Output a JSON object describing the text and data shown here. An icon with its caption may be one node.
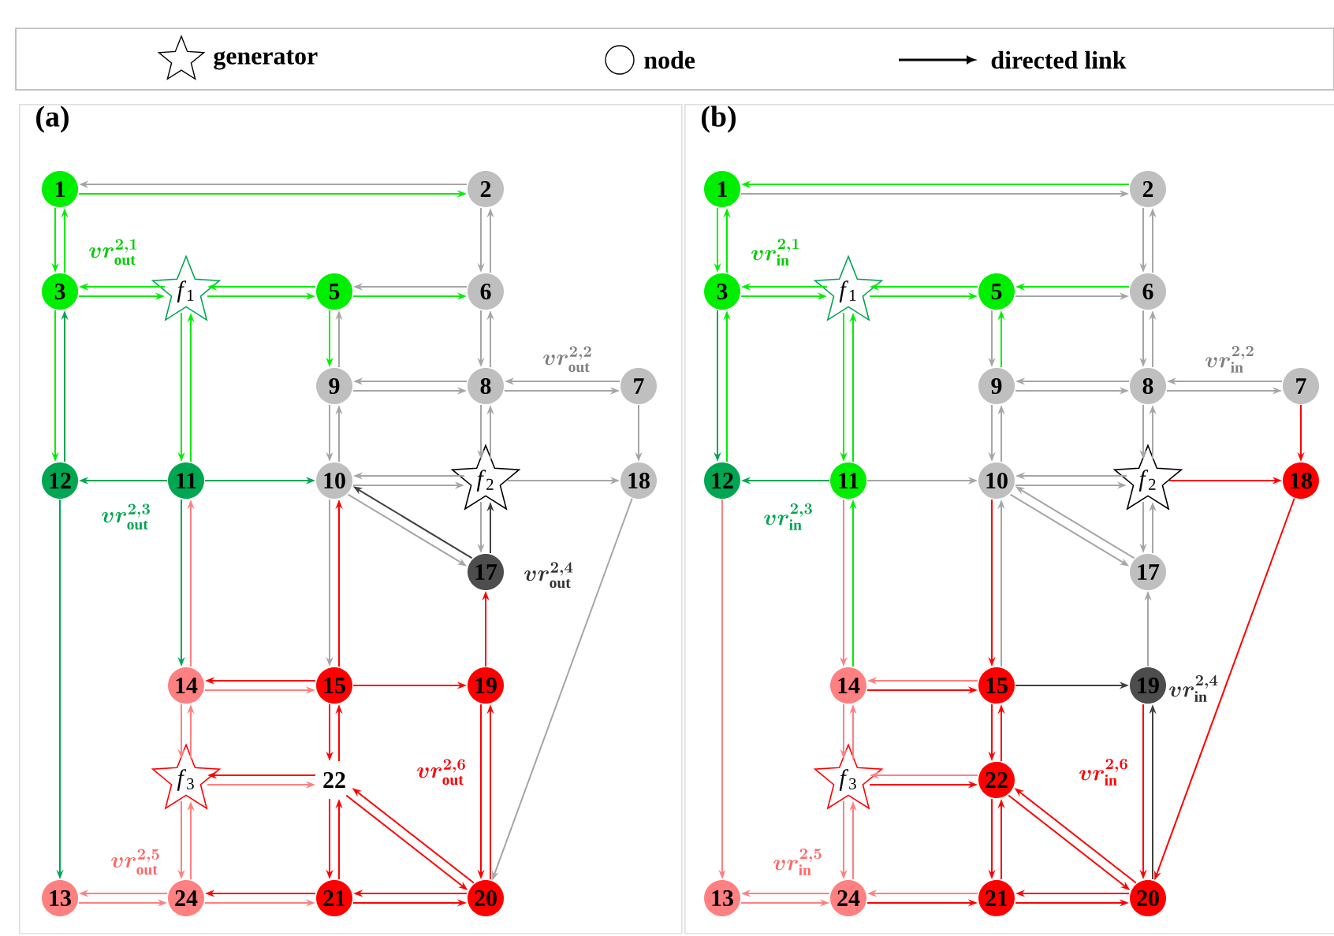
{
  "diagram": {
    "nodes": [
      {
        "text": [
          "(a)"
        ]
      },
      {
        "text": [
          "1"
        ],
        "in": 0
      },
      {
        "text": [
          "2"
        ],
        "in": 0
      },
      {
        "text": [
          "3"
        ],
        "in": 0
      },
      {
        "text": [
          "*f*$_{1}$"
        ],
        "in": 0
      },
      {
        "text": [
          "5"
        ],
        "in": 0
      },
      {
        "text": [
          "6"
        ],
        "in": 0
      },
      {
        "text": [
          "9"
        ],
        "in": 0
      },
      {
        "text": [
          "8"
        ],
        "in": 0
      },
      {
        "text": [
          "7"
        ],
        "in": 0
      },
      {
        "text": [
          "12"
        ],
        "in": 0
      },
      {
        "text": [
          "11"
        ],
        "in": 0
      },
      {
        "text": [
          "10"
        ],
        "in": 0
      },
      {
        "text": [
          "*f*$_{2}$"
        ],
        "in": 0
      },
      {
        "text": [
          "18"
        ],
        "in": 0
      },
      {
        "text": [
          "17"
        ],
        "in": 0
      },
      {
        "text": [
          "14"
        ],
        "in": 0
      },
      {
        "text": [
          "15"
        ],
        "in": 0
      },
      {
        "text": [
          "19"
        ],
        "in": 0
      },
      {
        "text": [
          "*f*$_{3}$"
        ],
        "in": 0
      },
      {
        "text": [
          "22"
        ],
        "in": 0
      },
      {
        "text": [
          "13"
        ],
        "in": 0
      },
      {
        "text": [
          "24"
        ],
        "in": 0
      },
      {
        "text": [
          "21"
        ],
        "in": 0
      },
      {
        "text": [
          "20"
        ],
        "in": 0
      },
      {
        "text": [
          "(b)"
        ]
      },
      {
        "text": [
          "1"
        ],
        "in": 25
      },
      {
        "text": [
          "2"
        ],
        "in": 25
      },
      {
        "text": [
          "3"
        ],
        "in": 25
      },
      {
        "text": [
          "*f*$_{1}$"
        ],
        "in": 25
      },
      {
        "text": [
          "5"
        ],
        "in": 25
      },
      {
        "text": [
          "6"
        ],
        "in": 25
      },
      {
        "text": [
          "9"
        ],
        "in": 25
      },
      {
        "text": [
          "8"
        ],
        "in": 25
      },
      {
        "text": [
          "7"
        ],
        "in": 25
      },
      {
        "text": [
          "12"
        ],
        "in": 25
      },
      {
        "text": [
          "11"
        ],
        "in": 25
      },
      {
        "text": [
          "10"
        ],
        "in": 25
      },
      {
        "text": [
          "*f*$_{2}$"
        ],
        "in": 25
      },
      {
        "text": [
          "18"
        ],
        "in": 25
      },
      {
        "text": [
          "17"
        ],
        "in": 25
      },
      {
        "text": [
          "14"
        ],
        "in": 25
      },
      {
        "text": [
          "15"
        ],
        "in": 25
      },
      {
        "text": [
          "19"
        ],
        "in": 25
      },
      {
        "text": [
          "*f*$_{3}$"
        ],
        "in": 25
      },
      {
        "text": [
          "22"
        ],
        "in": 25
      },
      {
        "text": [
          "13"
        ],
        "in": 25
      },
      {
        "text": [
          "24"
        ],
        "in": 25
      },
      {
        "text": [
          "21"
        ],
        "in": 25
      },
      {
        "text": [
          "20"
        ],
        "in": 25
      }
    ],
    "edges": [
      {
        "from": 2,
        "to": 1,
        "arrow": "to"
      },
      {
        "from": 1,
        "to": 2,
        "arrow": "to",
        "color": "#00ee00"
      },
      {
        "from": 1,
        "to": 3,
        "arrow": "to",
        "color": "#00ee00"
      },
      {
        "from": 3,
        "to": 1,
        "arrow": "to",
        "color": "#00ee00"
      },
      {
        "from": 2,
        "to": 6,
        "arrow": "to"
      },
      {
        "from": 6,
        "to": 2,
        "arrow": "to"
      },
      {
        "from": 3,
        "to": 4,
        "arrow": "to",
        "color": "#00ee00"
      },
      {
        "from": 4,
        "to": 3,
        "arrow": "to",
        "color": "#00ee00"
      },
      {
        "from": 4,
        "to": 5,
        "arrow": "to",
        "color": "#00ee00"
      },
      {
        "from": 5,
        "to": 4,
        "arrow": "to",
        "color": "#00ee00"
      },
      {
        "from": 6,
        "to": 5,
        "arrow": "to"
      },
      {
        "from": 5,
        "to": 6,
        "arrow": "to",
        "color": "#00ee00"
      },
      {
        "from": 5,
        "to": 7,
        "arrow": "to",
        "color": "#00ee00"
      },
      {
        "from": 7,
        "to": 5,
        "arrow": "to"
      },
      {
        "from": 6,
        "to": 8,
        "arrow": "to"
      },
      {
        "from": 8,
        "to": 6,
        "arrow": "to"
      },
      {
        "from": 8,
        "to": 7,
        "arrow": "to"
      },
      {
        "from": 7,
        "to": 8,
        "arrow": "to"
      },
      {
        "from": 8,
        "to": 9,
        "arrow": "to"
      },
      {
        "from": 9,
        "to": 8,
        "arrow": "to"
      },
      {
        "from": 9,
        "to": 14,
        "arrow": "to"
      },
      {
        "from": 7,
        "to": 12,
        "arrow": "to"
      },
      {
        "from": 12,
        "to": 7,
        "arrow": "to"
      },
      {
        "from": 8,
        "to": 13,
        "arrow": "to"
      },
      {
        "from": 13,
        "to": 8,
        "arrow": "to"
      },
      {
        "from": 3,
        "to": 10,
        "arrow": "to",
        "color": "#00ee00"
      },
      {
        "from": 10,
        "to": 3,
        "arrow": "to",
        "color": "#00a651"
      },
      {
        "from": 4,
        "to": 11,
        "arrow": "to",
        "color": "#00ee00"
      },
      {
        "from": 11,
        "to": 4,
        "arrow": "to",
        "color": "#00ee00"
      },
      {
        "from": 11,
        "to": 10,
        "arrow": "to",
        "color": "#00a651"
      },
      {
        "from": 11,
        "to": 12,
        "arrow": "to",
        "color": "#00a651"
      },
      {
        "from": 12,
        "to": 13,
        "arrow": "to"
      },
      {
        "from": 13,
        "to": 12,
        "arrow": "to"
      },
      {
        "from": 13,
        "to": 14,
        "arrow": "to"
      },
      {
        "from": 15,
        "to": 12,
        "arrow": "to",
        "color": "#404040"
      },
      {
        "from": 12,
        "to": 15,
        "arrow": "to"
      },
      {
        "from": 13,
        "to": 15,
        "arrow": "to"
      },
      {
        "from": 15,
        "to": 13,
        "arrow": "to",
        "color": "#404040"
      },
      {
        "from": 10,
        "to": 21,
        "arrow": "to",
        "color": "#00a651"
      },
      {
        "from": 16,
        "to": 11,
        "arrow": "to",
        "color": "#ff8080"
      },
      {
        "from": 11,
        "to": 16,
        "arrow": "to",
        "color": "#00a651"
      },
      {
        "from": 17,
        "to": 12,
        "arrow": "to",
        "color": "#ff0000"
      },
      {
        "from": 12,
        "to": 17,
        "arrow": "to"
      },
      {
        "from": 18,
        "to": 15,
        "arrow": "to",
        "color": "#ff0000"
      },
      {
        "from": 14,
        "to": 24,
        "arrow": "to"
      },
      {
        "from": 16,
        "to": 17,
        "arrow": "to",
        "color": "#ff8080"
      },
      {
        "from": 17,
        "to": 16,
        "arrow": "to",
        "color": "#ff0000"
      },
      {
        "from": 17,
        "to": 18,
        "arrow": "to",
        "color": "#ff0000"
      },
      {
        "from": 16,
        "to": 19,
        "arrow": "to",
        "color": "#ff8080"
      },
      {
        "from": 19,
        "to": 16,
        "arrow": "to",
        "color": "#ff8080"
      },
      {
        "from": 17,
        "to": 20,
        "arrow": "to",
        "color": "#ff0000"
      },
      {
        "from": 20,
        "to": 17,
        "arrow": "to",
        "color": "#ff0000"
      },
      {
        "from": 18,
        "to": 24,
        "arrow": "to",
        "color": "#ff0000"
      },
      {
        "from": 24,
        "to": 18,
        "arrow": "to",
        "color": "#ff0000"
      },
      {
        "from": 19,
        "to": 20,
        "arrow": "to",
        "color": "#ff8080"
      },
      {
        "from": 20,
        "to": 19,
        "arrow": "to",
        "color": "#ff0000"
      },
      {
        "from": 20,
        "to": 24,
        "arrow": "to",
        "color": "#ff0000"
      },
      {
        "from": 24,
        "to": 20,
        "arrow": "to",
        "color": "#ff0000"
      },
      {
        "from": 19,
        "to": 22,
        "arrow": "to",
        "color": "#ff8080"
      },
      {
        "from": 22,
        "to": 19,
        "arrow": "to",
        "color": "#ff8080"
      },
      {
        "from": 20,
        "to": 23,
        "arrow": "to",
        "color": "#ff0000"
      },
      {
        "from": 23,
        "to": 20,
        "arrow": "to",
        "color": "#ff0000"
      },
      {
        "from": 22,
        "to": 21,
        "arrow": "to",
        "color": "#ff8080"
      },
      {
        "from": 21,
        "to": 22,
        "arrow": "to",
        "color": "#ff8080"
      },
      {
        "from": 23,
        "to": 22,
        "arrow": "to",
        "color": "#ff0000"
      },
      {
        "from": 22,
        "to": 23,
        "arrow": "to",
        "color": "#ff8080"
      },
      {
        "from": 24,
        "to": 23,
        "arrow": "to",
        "color": "#ff0000"
      },
      {
        "from": 23,
        "to": 24,
        "arrow": "to",
        "color": "#ff0000"
      },
      {
        "from": 27,
        "to": 26,
        "arrow": "to",
        "color": "#00ee00"
      },
      {
        "from": 26,
        "to": 27,
        "arrow": "to"
      },
      {
        "from": 26,
        "to": 28,
        "arrow": "to",
        "color": "#00ee00"
      },
      {
        "from": 28,
        "to": 26,
        "arrow": "to",
        "color": "#00ee00"
      },
      {
        "from": 27,
        "to": 31,
        "arrow": "to"
      },
      {
        "from": 31,
        "to": 27,
        "arrow": "to"
      },
      {
        "from": 28,
        "to": 29,
        "arrow": "to",
        "color": "#00ee00"
      },
      {
        "from": 29,
        "to": 28,
        "arrow": "to",
        "color": "#00ee00"
      },
      {
        "from": 29,
        "to": 30,
        "arrow": "to",
        "color": "#00ee00"
      },
      {
        "from": 30,
        "to": 29,
        "arrow": "to",
        "color": "#00ee00"
      },
      {
        "from": 31,
        "to": 30,
        "arrow": "to",
        "color": "#00ee00"
      },
      {
        "from": 30,
        "to": 31,
        "arrow": "to"
      },
      {
        "from": 30,
        "to": 32,
        "arrow": "to"
      },
      {
        "from": 32,
        "to": 30,
        "arrow": "to",
        "color": "#00ee00"
      },
      {
        "from": 31,
        "to": 33,
        "arrow": "to"
      },
      {
        "from": 33,
        "to": 31,
        "arrow": "to"
      },
      {
        "from": 33,
        "to": 32,
        "arrow": "to"
      },
      {
        "from": 32,
        "to": 33,
        "arrow": "to"
      },
      {
        "from": 33,
        "to": 34,
        "arrow": "to"
      },
      {
        "from": 34,
        "to": 33,
        "arrow": "to"
      },
      {
        "from": 34,
        "to": 39,
        "arrow": "to",
        "color": "#ff0000"
      },
      {
        "from": 32,
        "to": 37,
        "arrow": "to"
      },
      {
        "from": 37,
        "to": 32,
        "arrow": "to"
      },
      {
        "from": 33,
        "to": 38,
        "arrow": "to"
      },
      {
        "from": 38,
        "to": 33,
        "arrow": "to"
      },
      {
        "from": 28,
        "to": 35,
        "arrow": "to",
        "color": "#00a651"
      },
      {
        "from": 35,
        "to": 28,
        "arrow": "to",
        "color": "#00ee00"
      },
      {
        "from": 29,
        "to": 36,
        "arrow": "to",
        "color": "#00ee00"
      },
      {
        "from": 36,
        "to": 29,
        "arrow": "to",
        "color": "#00ee00"
      },
      {
        "from": 36,
        "to": 35,
        "arrow": "to",
        "color": "#00a651"
      },
      {
        "from": 36,
        "to": 37,
        "arrow": "to"
      },
      {
        "from": 37,
        "to": 38,
        "arrow": "to"
      },
      {
        "from": 38,
        "to": 37,
        "arrow": "to"
      },
      {
        "from": 38,
        "to": 39,
        "arrow": "to",
        "color": "#ff0000"
      },
      {
        "from": 40,
        "to": 37,
        "arrow": "to"
      },
      {
        "from": 37,
        "to": 40,
        "arrow": "to"
      },
      {
        "from": 38,
        "to": 40,
        "arrow": "to"
      },
      {
        "from": 40,
        "to": 38,
        "arrow": "to"
      },
      {
        "from": 35,
        "to": 46,
        "arrow": "to",
        "color": "#ff8080"
      },
      {
        "from": 41,
        "to": 36,
        "arrow": "to",
        "color": "#00ee00"
      },
      {
        "from": 36,
        "to": 41,
        "arrow": "to",
        "color": "#ff8080"
      },
      {
        "from": 42,
        "to": 37,
        "arrow": "to"
      },
      {
        "from": 37,
        "to": 42,
        "arrow": "to",
        "color": "#ff0000"
      },
      {
        "from": 43,
        "to": 40,
        "arrow": "to"
      },
      {
        "from": 39,
        "to": 49,
        "arrow": "to",
        "color": "#ff0000"
      },
      {
        "from": 41,
        "to": 42,
        "arrow": "to",
        "color": "#ff0000"
      },
      {
        "from": 42,
        "to": 41,
        "arrow": "to",
        "color": "#ff8080"
      },
      {
        "from": 42,
        "to": 43,
        "arrow": "to",
        "color": "#404040"
      },
      {
        "from": 41,
        "to": 44,
        "arrow": "to",
        "color": "#ff8080"
      },
      {
        "from": 44,
        "to": 41,
        "arrow": "to",
        "color": "#ff8080"
      },
      {
        "from": 42,
        "to": 45,
        "arrow": "to",
        "color": "#ff0000"
      },
      {
        "from": 45,
        "to": 42,
        "arrow": "to",
        "color": "#ff0000"
      },
      {
        "from": 43,
        "to": 49,
        "arrow": "to",
        "color": "#ff0000"
      },
      {
        "from": 49,
        "to": 43,
        "arrow": "to",
        "color": "#404040"
      },
      {
        "from": 44,
        "to": 45,
        "arrow": "to",
        "color": "#ff0000"
      },
      {
        "from": 45,
        "to": 44,
        "arrow": "to",
        "color": "#ff8080"
      },
      {
        "from": 45,
        "to": 49,
        "arrow": "to",
        "color": "#ff0000"
      },
      {
        "from": 49,
        "to": 45,
        "arrow": "to",
        "color": "#ff0000"
      },
      {
        "from": 44,
        "to": 47,
        "arrow": "to",
        "color": "#ff8080"
      },
      {
        "from": 47,
        "to": 44,
        "arrow": "to",
        "color": "#ff8080"
      },
      {
        "from": 45,
        "to": 48,
        "arrow": "to",
        "color": "#ff0000"
      },
      {
        "from": 48,
        "to": 45,
        "arrow": "to",
        "color": "#ff0000"
      },
      {
        "from": 47,
        "to": 46,
        "arrow": "to",
        "color": "#ff8080"
      },
      {
        "from": 46,
        "to": 47,
        "arrow": "to",
        "color": "#ff8080"
      },
      {
        "from": 48,
        "to": 47,
        "arrow": "to",
        "color": "#ff8080"
      },
      {
        "from": 47,
        "to": 48,
        "arrow": "to",
        "color": "#ff0000"
      },
      {
        "from": 49,
        "to": 48,
        "arrow": "to",
        "color": "#ff0000"
      },
      {
        "from": 48,
        "to": 49,
        "arrow": "to",
        "color": "#ff0000"
      }
    ],
    "labels": [
      "vr^{2,1}_{\\mathrm{out}}",
      "vr^{2,2}_{\\mathrm{out}}",
      "vr^{2,3}_{\\mathrm{out}}",
      "vr^{2,4}_{\\mathrm{out}}",
      "vr^{2,6}_{\\mathrm{out}}",
      "vr^{2,5}_{\\mathrm{out}}",
      "vr^{2,1}_{\\mathrm{in}}",
      "vr^{2,2}_{\\mathrm{in}}",
      "vr^{2,3}_{\\mathrm{in}}",
      "vr^{2,4}_{\\mathrm{in}}",
      "vr^{2,6}_{\\mathrm{in}}",
      "vr^{2,5}_{\\mathrm{in}}"
    ],
    "legend": [
      {
        "text": "generator"
      },
      {
        "text": "node"
      },
      {
        "text": "directed link"
      }
    ]
  }
}
